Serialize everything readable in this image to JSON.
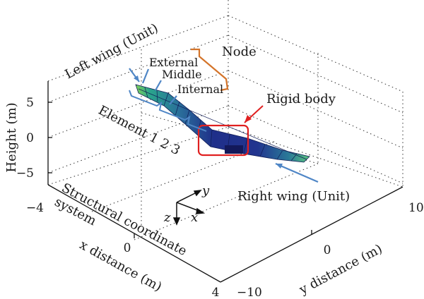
{
  "axes": {
    "y_label": "Height (m)",
    "x_label": "x distance (m)",
    "y_dist_label": "y distance (m)",
    "height_ticks": [
      "5",
      "0",
      "−5"
    ],
    "x_ticks": [
      "−4",
      "0",
      "4"
    ],
    "y_ticks": [
      "−10",
      "0",
      "10"
    ]
  },
  "annotations": {
    "left_wing": "Left wing (Unit)",
    "external": "External",
    "middle": "Middle",
    "internal": "Internal",
    "node": "Node",
    "rigid_body": "Rigid body",
    "element": "Element 1 2 3",
    "right_wing": "Right wing (Unit)",
    "coord_line1": "Structural coordinate",
    "coord_line2": "system"
  },
  "coord_axes": {
    "y": "y",
    "z": "z",
    "x": "x"
  },
  "colors": {
    "callout_blue": "#4f86c6",
    "node_orange": "#d4742a",
    "rigid_red": "#e02020",
    "wing_dark": "#1f2f8a",
    "wing_teal": "#2a8a8a",
    "wing_green": "#7fd35a"
  }
}
